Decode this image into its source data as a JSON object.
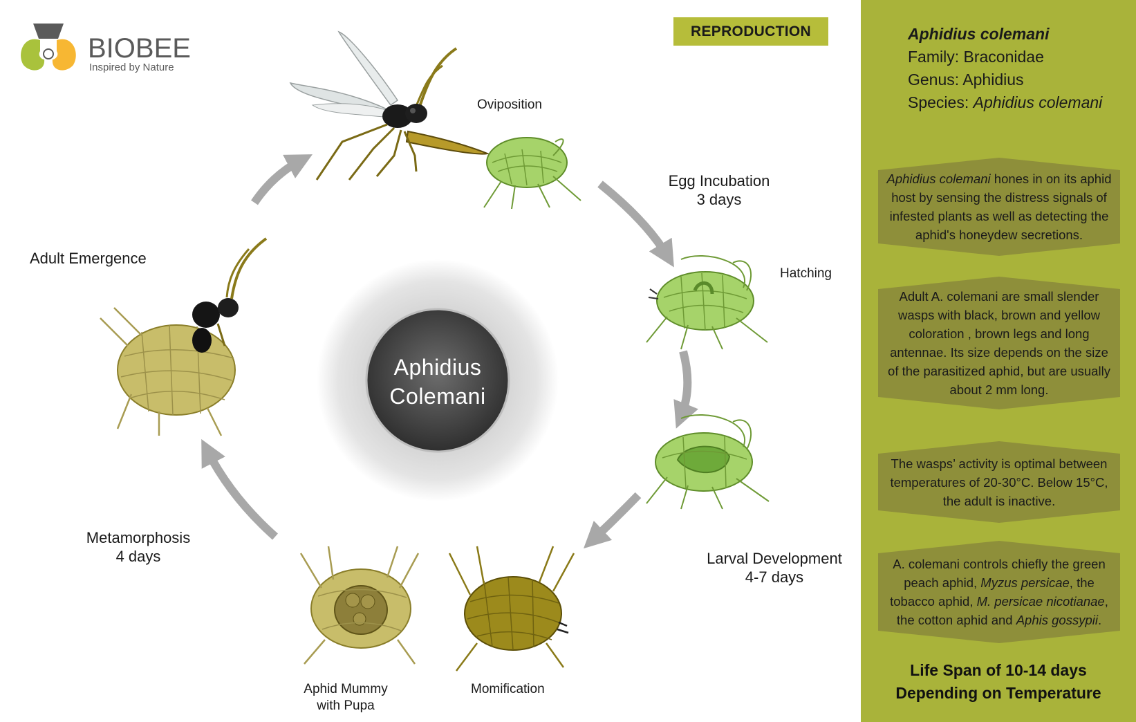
{
  "logo": {
    "name": "BIOBEE",
    "tagline": "Inspired by Nature"
  },
  "header": {
    "section_tag": "REPRODUCTION"
  },
  "center": {
    "line1": "Aphidius",
    "line2": "Colemani"
  },
  "stages": {
    "oviposition": {
      "label": "Oviposition"
    },
    "egg_incubation": {
      "label": "Egg Incubation",
      "duration": "3 days"
    },
    "hatching": {
      "label": "Hatching"
    },
    "larval_development": {
      "label": "Larval Development",
      "duration": "4-7 days"
    },
    "momification": {
      "label": "Momification"
    },
    "aphid_mummy": {
      "line1": "Aphid Mummy",
      "line2": "with Pupa"
    },
    "metamorphosis": {
      "label": "Metamorphosis",
      "duration": "4 days"
    },
    "adult_emergence": {
      "label": "Adult Emergence"
    }
  },
  "sidebar": {
    "taxonomy": {
      "species_name": "Aphidius colemani",
      "family_label": "Family:",
      "family": "Braconidae",
      "genus_label": "Genus:",
      "genus": "Aphidius",
      "species_label": "Species:",
      "species": "Aphidius colemani"
    },
    "box1": {
      "italic": "Aphidius colemani",
      "text": " hones in on its aphid host by sensing the distress signals of infested plants as well as detecting the aphid's honeydew secretions."
    },
    "box2": {
      "text": "Adult A. colemani are small slender wasps with black, brown and yellow coloration , brown legs and long antennae. Its size depends on the size of the parasitized aphid, but are usually about 2 mm long."
    },
    "box3": {
      "text": "The wasps’ activity is optimal between temperatures of 20-30°C. Below 15°C, the adult is inactive."
    },
    "box4": {
      "t1": "A. colemani controls chiefly the green peach aphid, ",
      "i1": "Myzus persicae",
      "t2": ", the tobacco aphid, ",
      "i2": "M. persicae nicotianae",
      "t3": ", the cotton aphid and ",
      "i3": "Aphis gossypii",
      "t4": "."
    },
    "lifespan": {
      "line1": "Life Span of 10-14 days",
      "line2": "Depending on Temperature"
    }
  },
  "colors": {
    "sidebar_bg": "#a9b33a",
    "box_bg": "#8e8f3a",
    "tag_bg": "#b6bd3a",
    "arrow": "#a8a8a8",
    "aphid_green": "#a6d36a",
    "mummy_tan": "#c8bd6a",
    "mummy_olive": "#9c8a1c",
    "logo_yellow": "#f7b733",
    "logo_green": "#a9c23c",
    "logo_gray": "#5a5a5a"
  }
}
